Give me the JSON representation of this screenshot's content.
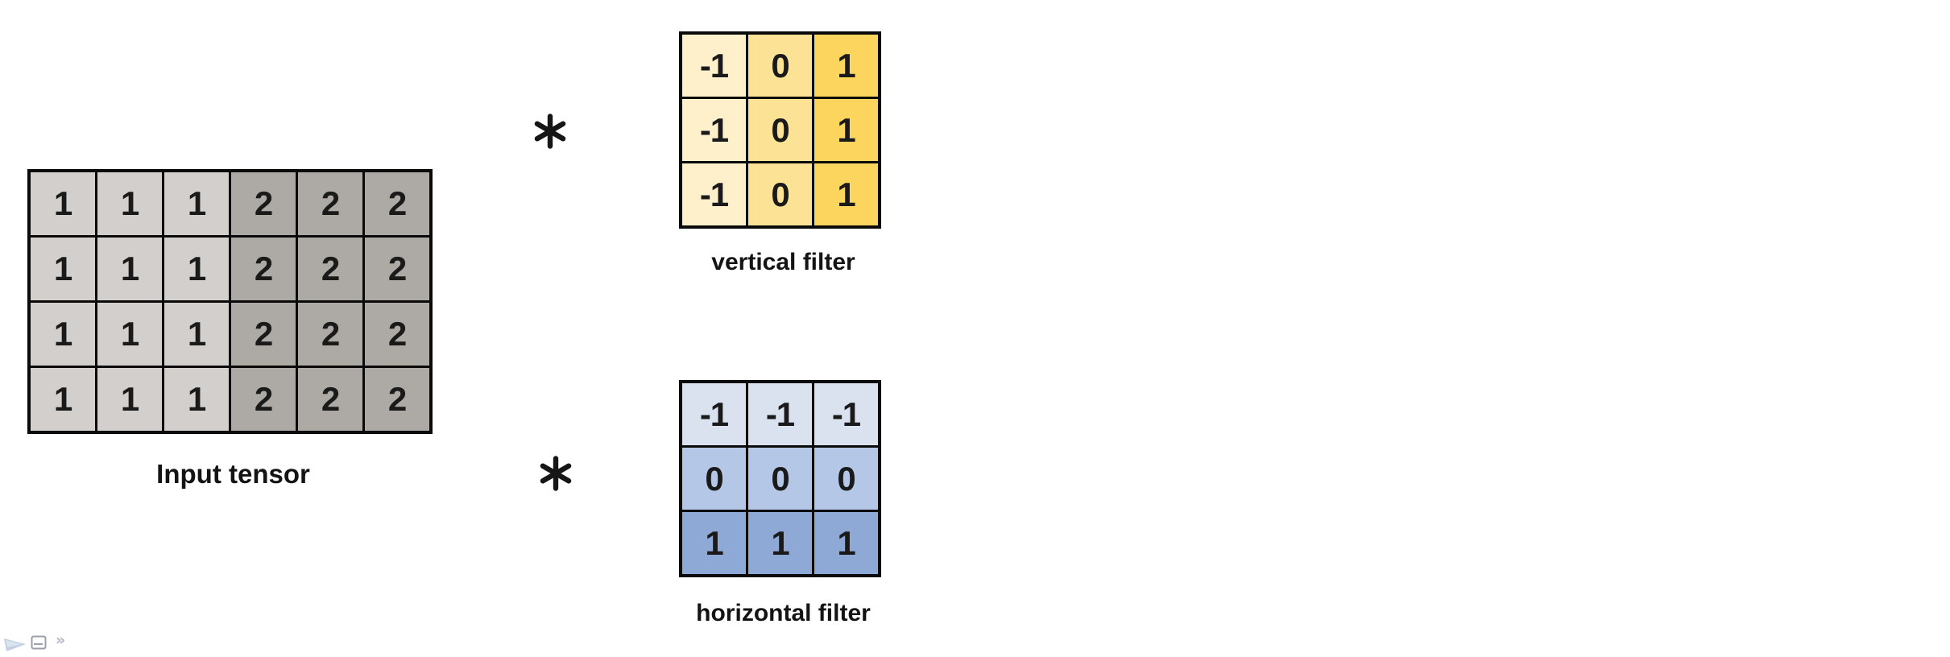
{
  "page": {
    "background": "#ffffff",
    "grid_border_color": "#0a0a0a",
    "digit_color": "#1a1a1a"
  },
  "input_tensor": {
    "label": "Input tensor",
    "rows": [
      [
        "1",
        "1",
        "1",
        "2",
        "2",
        "2"
      ],
      [
        "1",
        "1",
        "1",
        "2",
        "2",
        "2"
      ],
      [
        "1",
        "1",
        "1",
        "2",
        "2",
        "2"
      ],
      [
        "1",
        "1",
        "1",
        "2",
        "2",
        "2"
      ]
    ],
    "column_colors": [
      "#D2CFCC",
      "#D2CFCC",
      "#D2CFCC",
      "#ADA9A5",
      "#ADA9A5",
      "#ADA9A5"
    ]
  },
  "vertical_filter": {
    "label": "vertical filter",
    "rows": [
      [
        "-1",
        "0",
        "1"
      ],
      [
        "-1",
        "0",
        "1"
      ],
      [
        "-1",
        "0",
        "1"
      ]
    ],
    "column_colors": [
      "#FDF0CA",
      "#FBE294",
      "#FCD55F"
    ]
  },
  "horizontal_filter": {
    "label": "horizontal filter",
    "rows": [
      [
        "-1",
        "-1",
        "-1"
      ],
      [
        "0",
        "0",
        "0"
      ],
      [
        "1",
        "1",
        "1"
      ]
    ],
    "row_colors": [
      "#DAE2F0",
      "#B5C7E6",
      "#8EA9D5"
    ]
  },
  "operators": {
    "asterisk_icon": "∗"
  },
  "corner_icons": {
    "play_triangle_icon": "▶",
    "slide_icon": "▭",
    "chevrons_icon": "»"
  }
}
